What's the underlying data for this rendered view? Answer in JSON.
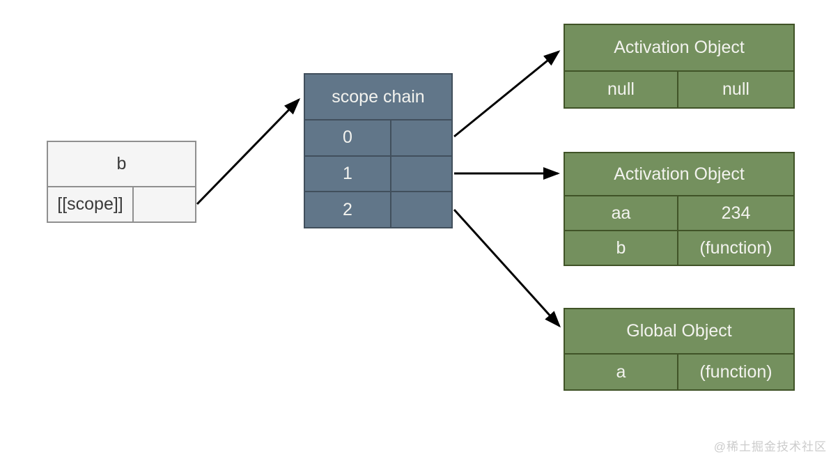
{
  "colors": {
    "gray_box_fill": "#f5f5f5",
    "gray_box_border": "#8f8f8f",
    "blue_box_fill": "#617689",
    "blue_box_border": "#414f5c",
    "green_box_fill": "#74905e",
    "green_box_border": "#405327",
    "text_dark": "#3a3a3a",
    "text_light": "#f3f3ef",
    "arrow": "#000000",
    "watermark": "#cccccc"
  },
  "variable_box": {
    "title": "b",
    "rows": [
      {
        "key": "[[scope]]",
        "value": ""
      }
    ]
  },
  "scope_chain": {
    "title": "scope chain",
    "rows": [
      {
        "index": "0",
        "value": ""
      },
      {
        "index": "1",
        "value": ""
      },
      {
        "index": "2",
        "value": ""
      }
    ]
  },
  "objects": [
    {
      "title": "Activation Object",
      "rows": [
        {
          "key": "null",
          "value": "null"
        }
      ]
    },
    {
      "title": "Activation Object",
      "rows": [
        {
          "key": "aa",
          "value": "234"
        },
        {
          "key": "b",
          "value": "(function)"
        }
      ]
    },
    {
      "title": "Global Object",
      "rows": [
        {
          "key": "a",
          "value": "(function)"
        }
      ]
    }
  ],
  "watermark": "@稀土掘金技术社区"
}
